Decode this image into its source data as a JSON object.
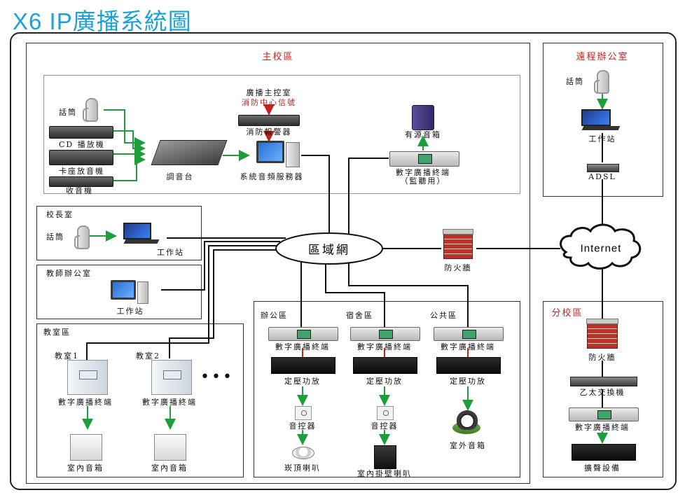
{
  "title": "X6 IP廣播系統圖",
  "center": {
    "lan": "區域網",
    "internet": "Internet",
    "firewall": "防火牆"
  },
  "main_campus": {
    "heading": "主校區",
    "handset": "話筒",
    "cd": "CD 播放機",
    "cassette": "卡座放音機",
    "radio": "收音機",
    "mixer": "調音台",
    "control_room": "廣播主控室",
    "fire_signal": "消防中心信號",
    "fire_alarm": "消防報警器",
    "server": "系統音頻服務器",
    "active_speaker": "有源音箱",
    "monitor_terminal": "數字廣播終端",
    "monitor_note": "（監聽用）"
  },
  "principal": {
    "heading": "校長室",
    "handset": "話筒",
    "workstation": "工作站"
  },
  "teachers": {
    "heading": "教師辦公室",
    "workstation": "工作站"
  },
  "classrooms": {
    "heading": "教室區",
    "rooms": [
      {
        "name": "教室1",
        "terminal": "數字廣播終端",
        "speaker": "室內音箱"
      },
      {
        "name": "教室2",
        "terminal": "數字廣播終端",
        "speaker": "室內音箱"
      }
    ],
    "ellipsis": "•••"
  },
  "zones": [
    {
      "name": "辦公區",
      "terminal": "數字廣播終端",
      "amp": "定壓功放",
      "control": "音控器",
      "speaker": "崁頂喇叭"
    },
    {
      "name": "宿舍區",
      "terminal": "數字廣播終端",
      "amp": "定壓功放",
      "control": "音控器",
      "speaker": "室內掛壁喇叭"
    },
    {
      "name": "公共區",
      "terminal": "數字廣播終端",
      "amp": "定壓功放",
      "speaker": "室外音箱"
    }
  ],
  "remote_office": {
    "heading": "遠程辦公室",
    "handset": "話筒",
    "workstation": "工作站",
    "adsl": "ADSL"
  },
  "branch": {
    "heading": "分校區",
    "firewall": "防火牆",
    "switch": "乙太交換機",
    "terminal": "數字廣播終端",
    "pa": "擴聲設備"
  },
  "colors": {
    "title": "#1aa3d9",
    "arrow": "#1e9e3a",
    "alarm": "#c8201e",
    "wire": "#111111"
  }
}
